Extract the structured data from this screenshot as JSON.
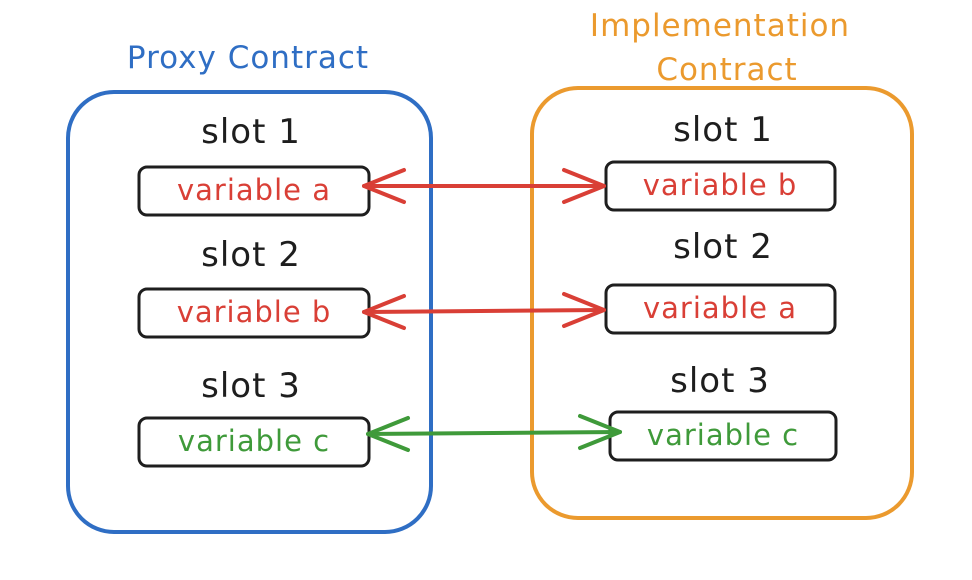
{
  "colors": {
    "proxy": "#2f6ec4",
    "implementation": "#eb9a2e",
    "mismatch": "#d93f36",
    "match": "#3f9a3a",
    "ink": "#1e1e1e"
  },
  "proxy": {
    "title": "Proxy Contract",
    "slots": [
      {
        "label": "slot 1",
        "variable": "variable a",
        "status": "mismatch"
      },
      {
        "label": "slot 2",
        "variable": "variable b",
        "status": "mismatch"
      },
      {
        "label": "slot 3",
        "variable": "variable c",
        "status": "match"
      }
    ]
  },
  "implementation": {
    "title_line1": "Implementation",
    "title_line2": "Contract",
    "slots": [
      {
        "label": "slot 1",
        "variable": "variable b",
        "status": "mismatch"
      },
      {
        "label": "slot 2",
        "variable": "variable a",
        "status": "mismatch"
      },
      {
        "label": "slot 3",
        "variable": "variable c",
        "status": "match"
      }
    ]
  },
  "connections": [
    {
      "from": "proxy.slot-1",
      "to": "implementation.slot-1",
      "status": "mismatch",
      "bidirectional": true
    },
    {
      "from": "proxy.slot-2",
      "to": "implementation.slot-2",
      "status": "mismatch",
      "bidirectional": true
    },
    {
      "from": "proxy.slot-3",
      "to": "implementation.slot-3",
      "status": "match",
      "bidirectional": true
    }
  ]
}
